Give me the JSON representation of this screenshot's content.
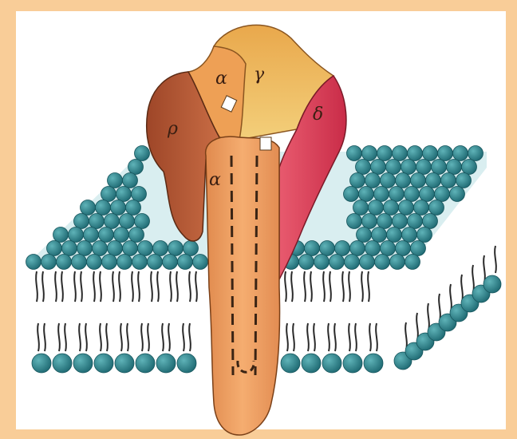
{
  "colors": {
    "frame": "#f9cd98",
    "lipid_head": "#2f8a92",
    "lipid_head_dark": "#1f6a73",
    "lipid_tail": "#2a2a2a",
    "membrane_core": "#ffffff",
    "alpha_top": "#f2a65a",
    "gamma": "#f0c060",
    "beta": "#b65a36",
    "delta": "#e2405a",
    "alpha_front": "#f2a066",
    "channel_outline": "#3a2414"
  },
  "labels": {
    "alpha_top": "α",
    "gamma": "γ",
    "beta": "ρ",
    "delta": "δ",
    "alpha_front": "α"
  },
  "icons": {
    "binding_site_1": "binding-site-icon",
    "binding_site_2": "binding-site-icon"
  }
}
